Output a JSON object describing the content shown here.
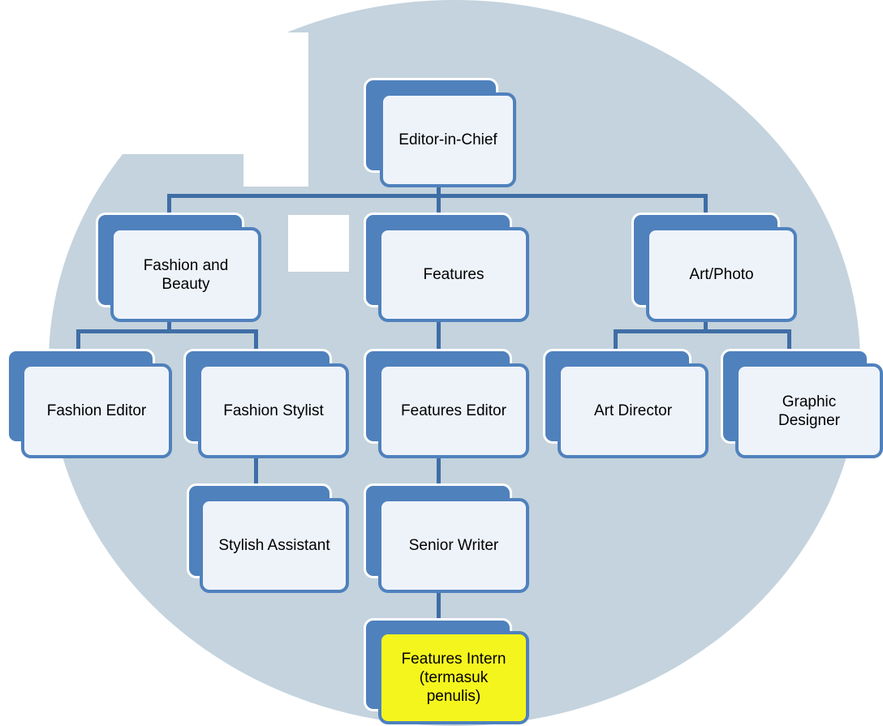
{
  "colors": {
    "background_shape": "#c4d3dd",
    "box_back": "#4f81bd",
    "box_fill": "#eef3fa",
    "connector": "#3f6ea6",
    "highlight": "#f5f51e"
  },
  "chart": {
    "root": "Editor-in-Chief",
    "departments": {
      "fashion": "Fashion and\nBeauty",
      "features": "Features",
      "art": "Art/Photo"
    },
    "roles": {
      "fashion_editor": "Fashion Editor",
      "fashion_stylist": "Fashion Stylist",
      "stylish_assistant": "Stylish Assistant",
      "features_editor": "Features Editor",
      "senior_writer": "Senior Writer",
      "features_intern": "Features Intern\n(termasuk\npenulis)",
      "art_director": "Art Director",
      "graphic_designer": "Graphic\nDesigner"
    }
  }
}
